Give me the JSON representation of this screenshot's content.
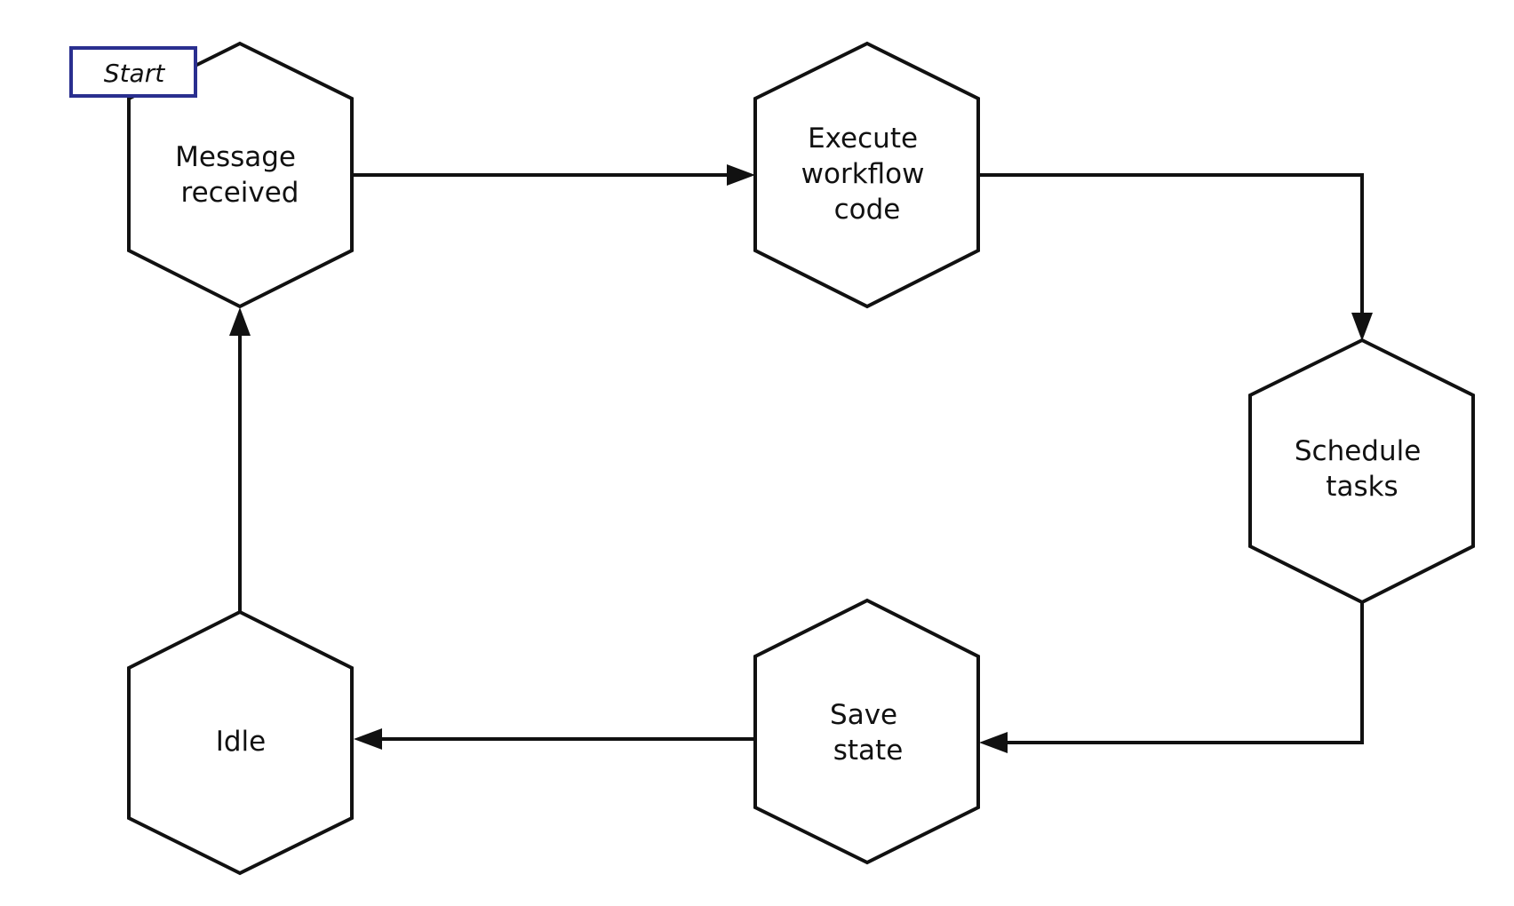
{
  "diagram": {
    "start_badge": "Start",
    "nodes": [
      {
        "id": "message-received",
        "lines": [
          "Message",
          "received"
        ]
      },
      {
        "id": "execute-workflow-code",
        "lines": [
          "Execute",
          "workflow",
          "code"
        ]
      },
      {
        "id": "schedule-tasks",
        "lines": [
          "Schedule",
          "tasks"
        ]
      },
      {
        "id": "save-state",
        "lines": [
          "Save",
          "state"
        ]
      },
      {
        "id": "idle",
        "lines": [
          "Idle"
        ]
      }
    ],
    "edges": [
      {
        "from": "message-received",
        "to": "execute-workflow-code"
      },
      {
        "from": "execute-workflow-code",
        "to": "schedule-tasks"
      },
      {
        "from": "schedule-tasks",
        "to": "save-state"
      },
      {
        "from": "save-state",
        "to": "idle"
      },
      {
        "from": "idle",
        "to": "message-received"
      }
    ],
    "colors": {
      "stroke": "#111111",
      "start_border": "#2a2f8f",
      "background": "#ffffff"
    }
  }
}
